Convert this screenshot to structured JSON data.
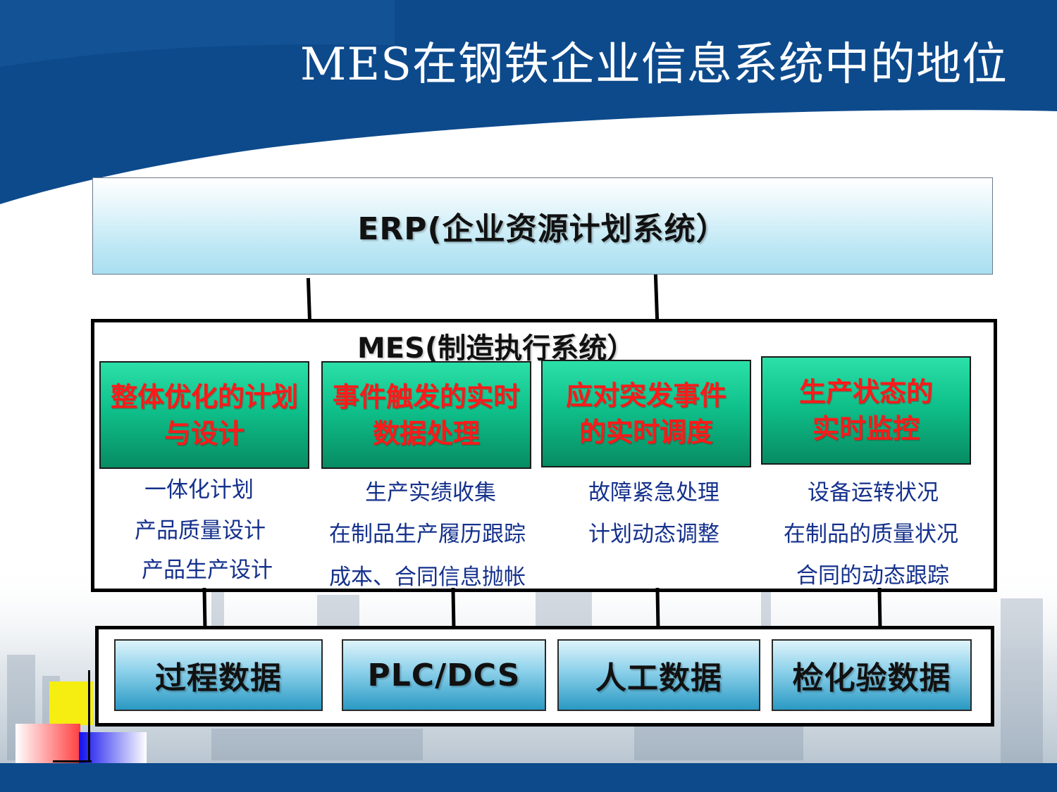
{
  "title": "MES在钢铁企业信息系统中的地位",
  "erp": {
    "label": "ERP(企业资源计划系统）"
  },
  "mes": {
    "label": "MES(制造执行系统）",
    "functions": [
      {
        "title": "整体优化的计划\n与设计",
        "items": [
          "一体化计划",
          "产品质量设计",
          "产品生产设计"
        ]
      },
      {
        "title": "事件触发的实时\n数据处理",
        "items": [
          "生产实绩收集",
          "在制品生产履历跟踪",
          "成本、合同信息抛帐"
        ]
      },
      {
        "title": "应对突发事件\n的实时调度",
        "items": [
          "故障紧急处理",
          "计划动态调整"
        ]
      },
      {
        "title": "生产状态的\n实时监控",
        "items": [
          "设备运转状况",
          "在制品的质量状况",
          "合同的动态跟踪"
        ]
      }
    ]
  },
  "data_sources": [
    "过程数据",
    "PLC/DCS",
    "人工数据",
    "检化验数据"
  ],
  "colors": {
    "header_blue": "#0d4a8c",
    "function_green": "#10c08a",
    "function_text_red": "#ff1a1a",
    "detail_text_blue": "#15318c",
    "data_box_blue": "#5ab8dc"
  }
}
